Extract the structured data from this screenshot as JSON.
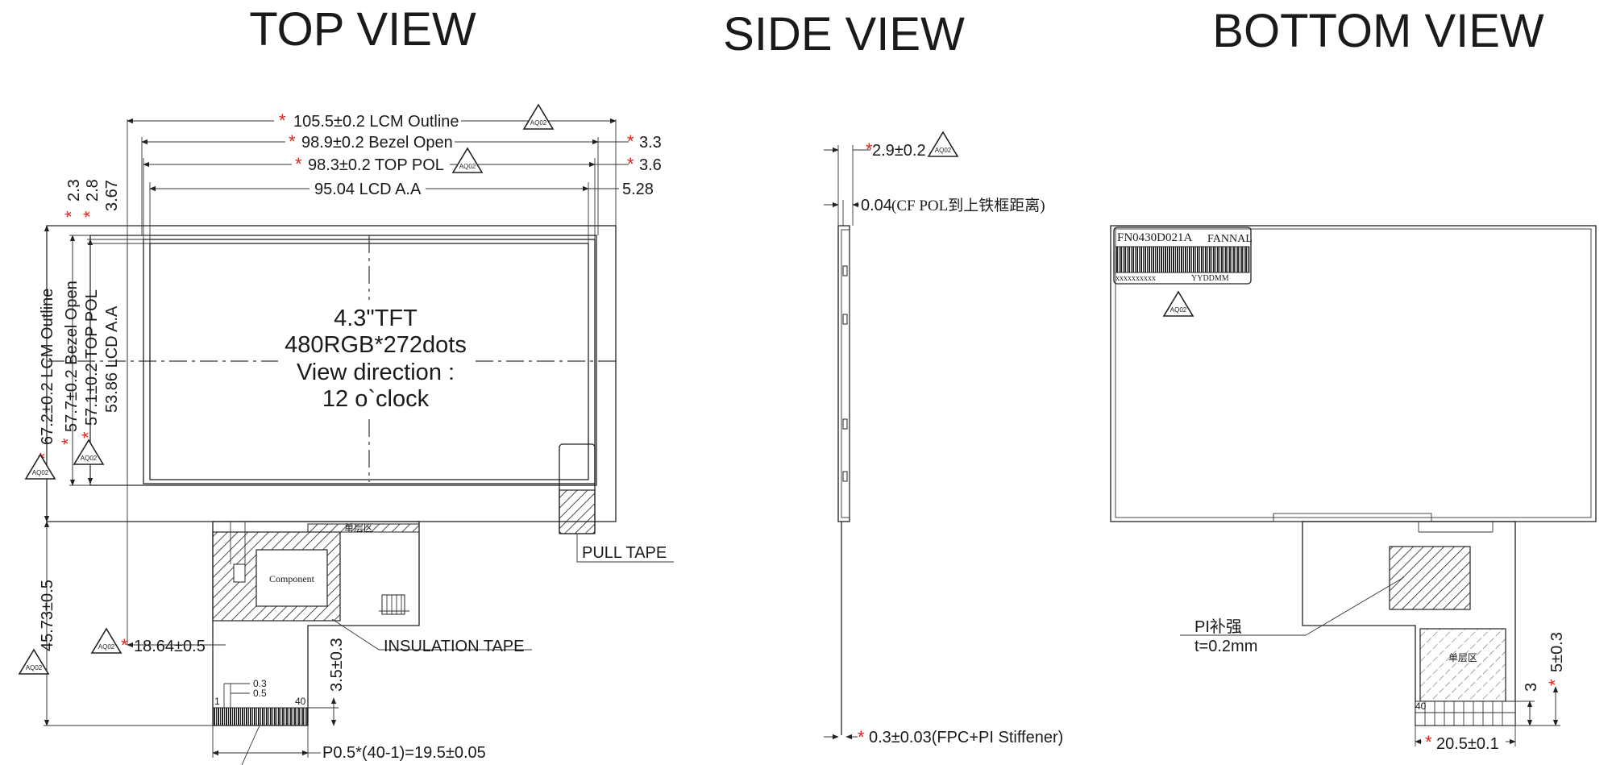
{
  "views": {
    "top": "TOP VIEW",
    "side": "SIDE VIEW",
    "bottom": "BOTTOM VIEW"
  },
  "top_view": {
    "dim_lcm_outline": "105.5±0.2 LCM Outline",
    "dim_bezel_open": "98.9±0.2 Bezel Open",
    "dim_top_pol": "98.3±0.2 TOP POL",
    "dim_lcd_aa": "95.04 LCD A.A",
    "dim_right_1": "3.3",
    "dim_right_2": "3.6",
    "dim_right_3": "5.28",
    "dim_v_1": "2.3",
    "dim_v_2": "2.8",
    "dim_v_3": "3.67",
    "dim_v_lcm": "67.2±0.2 LCM Outline",
    "dim_v_bezel": "57.7±0.2 Bezel Open",
    "dim_v_pol": "57.1±0.2 TOP POL",
    "dim_v_aa": "53.86 LCD A.A",
    "center_line1": "4.3\"TFT",
    "center_line2": "480RGB*272dots",
    "center_line3": "View direction :",
    "center_line4": "12 o`clock",
    "pull_tape": "PULL TAPE",
    "insulation_tape": "INSULATION TAPE",
    "dim_4573": "45.73±0.5",
    "dim_1864": "18.64±0.5",
    "dim_35": "3.5±0.3",
    "dim_03": "0.3",
    "dim_05": "0.5",
    "pin_1": "1",
    "pin_40": "40",
    "pitch": "P0.5*(40-1)=19.5±0.05",
    "component": "Component",
    "single_layer": "单层区",
    "tri_label": "AQ02"
  },
  "side_view": {
    "dim_thickness": "2.9±0.2",
    "dim_cf": "0.04",
    "dim_cf_note": "(CF POL到上铁框距离)",
    "dim_fpc": "0.3±0.03(FPC+PI Stiffener)"
  },
  "bottom_view": {
    "label_part": "FN0430D021A",
    "label_brand": "FANNAL",
    "label_serial": "xxxxxxxxxx",
    "label_date": "YYDDMM",
    "pi_line1": "PI补强",
    "pi_line2": "t=0.2mm",
    "dim_205": "20.5±0.1",
    "dim_3": "3",
    "dim_5": "5±0.3",
    "pin_40": "40",
    "single_layer": "单层区"
  }
}
